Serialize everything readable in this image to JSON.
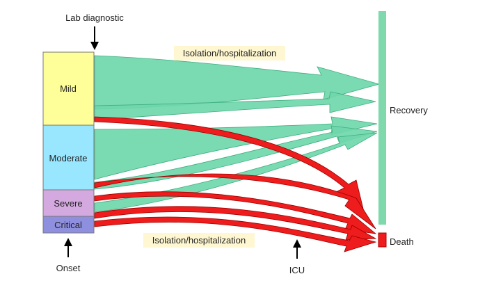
{
  "labels": {
    "lab_diagnostic": "Lab diagnostic",
    "onset": "Onset",
    "icu": "ICU",
    "isolation_top": "Isolation/hospitalization",
    "isolation_bottom": "Isolation/hospitalization",
    "recovery": "Recovery",
    "death": "Death"
  },
  "severity": [
    {
      "key": "mild",
      "label": "Mild",
      "color": "#ffff99"
    },
    {
      "key": "moderate",
      "label": "Moderate",
      "color": "#99e6ff"
    },
    {
      "key": "severe",
      "label": "Severe",
      "color": "#d4a9e0"
    },
    {
      "key": "critical",
      "label": "Critical",
      "color": "#8f8fe0"
    }
  ],
  "colors": {
    "recovery_flow": "#6fd7ab",
    "death_flow": "#ee1c1c",
    "recovery_bar": "#7fd9ad",
    "death_box": "#ee1c1c",
    "label_highlight": "#fff7d1"
  }
}
